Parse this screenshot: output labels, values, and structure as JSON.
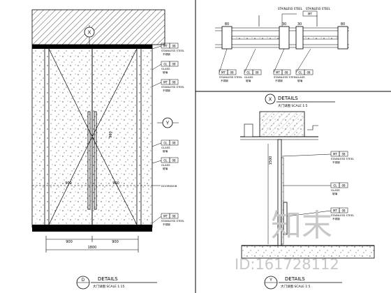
{
  "titles": {
    "left": {
      "marker": "D",
      "title": "DETAILS",
      "sub": "大门详图  SCALE 1:15"
    },
    "upper_right": {
      "marker": "X",
      "title": "DETAILS",
      "sub": "大门详图  SCALE 1:5"
    },
    "lower_right": {
      "marker": "Y",
      "title": "DETAILS",
      "sub": "大门详图  SCALE 1:5"
    }
  },
  "section_markers": {
    "top": "X",
    "middle": "Y"
  },
  "tags": {
    "stainless": {
      "code": "MT",
      "num": "08",
      "text": "STAINLESS STEEL",
      "cn": "不锈钢"
    },
    "glass": {
      "code": "GL",
      "num": "08",
      "text": "GLASS",
      "cn": "玻璃"
    },
    "doorknob": "DOORKNOB"
  },
  "dimensions": {
    "left_width_1": "900",
    "left_width_2": "900",
    "left_total": "1800",
    "handle": "900",
    "plan_a": "80",
    "plan_b": "30",
    "plan_c": "30",
    "plan_d": "80",
    "y_height": "1500"
  },
  "watermark": {
    "text": "知末",
    "id": "ID:161728112"
  }
}
